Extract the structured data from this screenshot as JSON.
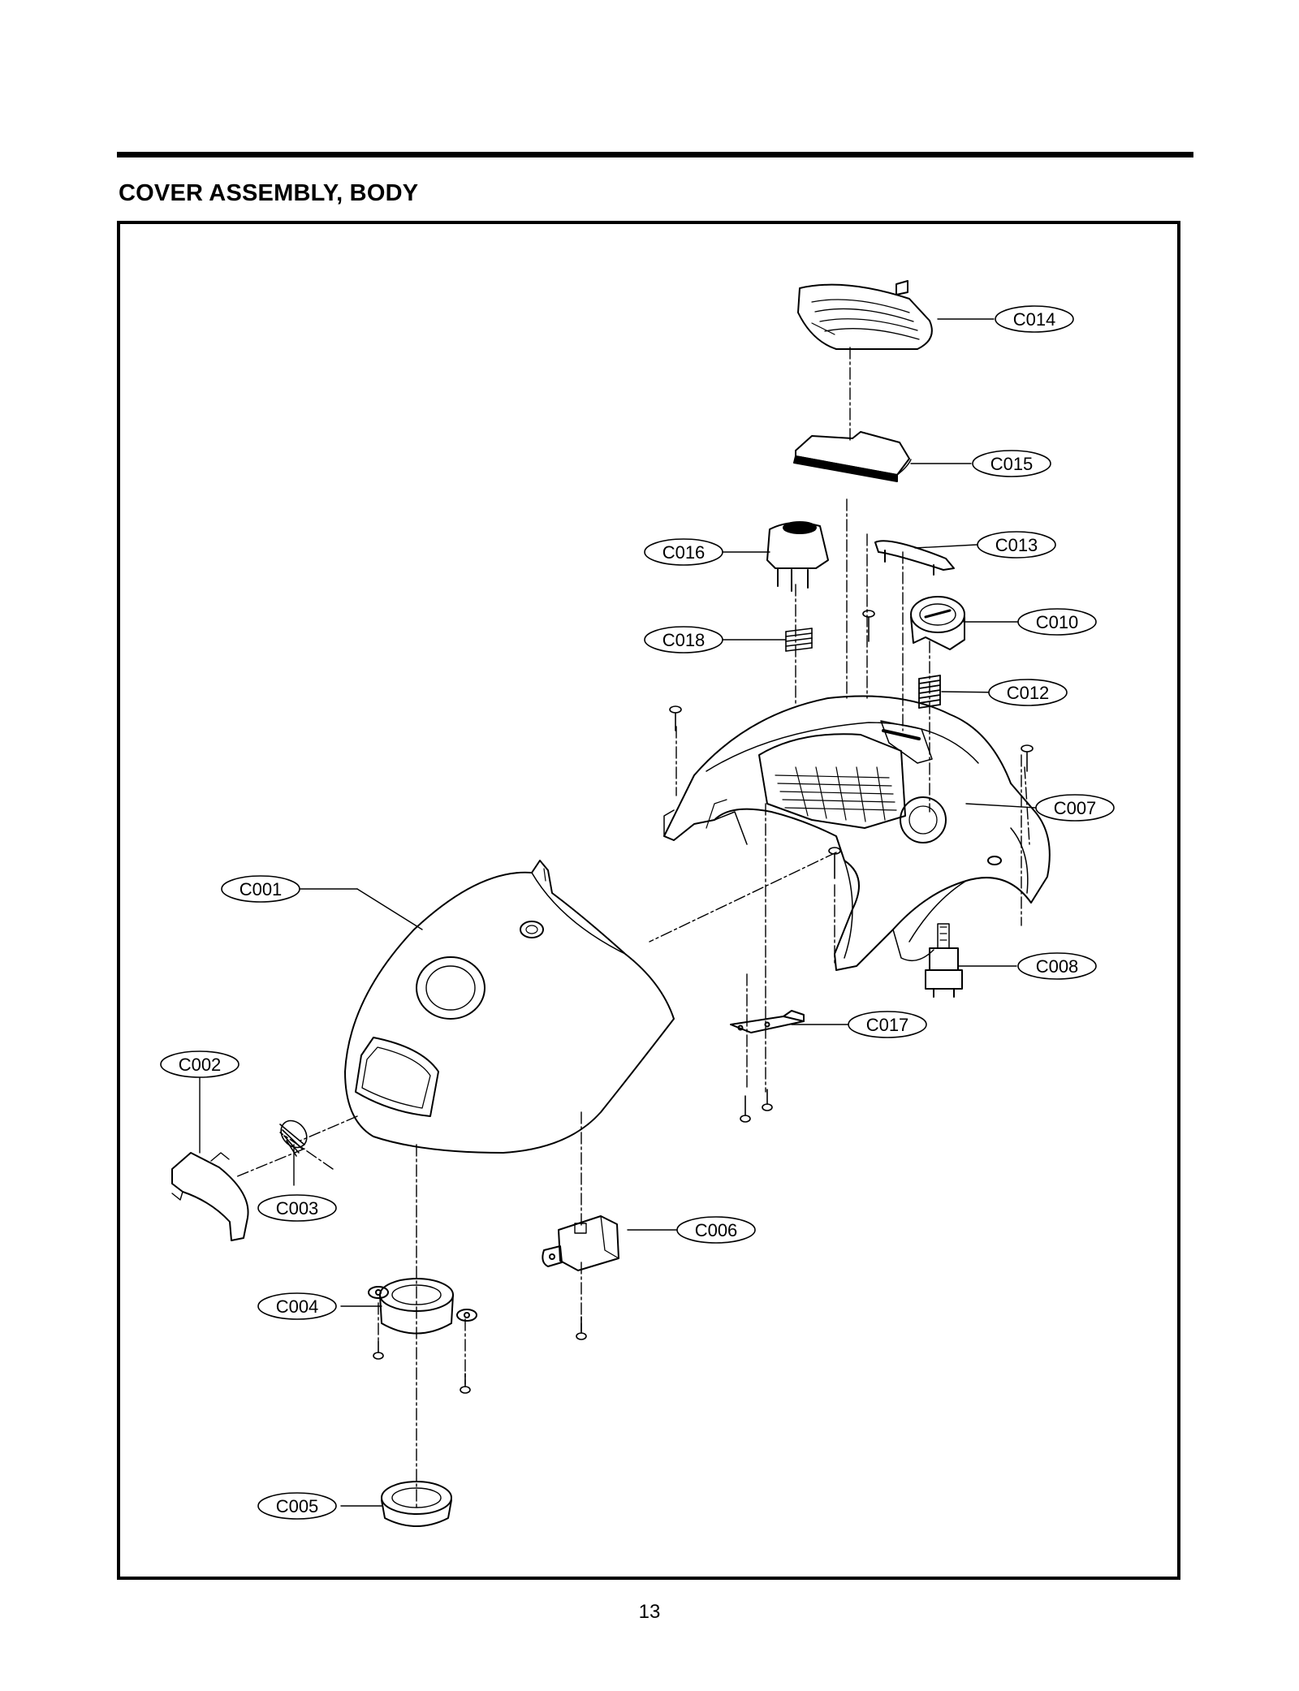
{
  "page": {
    "title": "COVER ASSEMBLY, BODY",
    "page_number": "13"
  },
  "callouts": [
    {
      "id": "C014",
      "label": "C014"
    },
    {
      "id": "C015",
      "label": "C015"
    },
    {
      "id": "C016",
      "label": "C016"
    },
    {
      "id": "C013",
      "label": "C013"
    },
    {
      "id": "C010",
      "label": "C010"
    },
    {
      "id": "C018",
      "label": "C018"
    },
    {
      "id": "C012",
      "label": "C012"
    },
    {
      "id": "C007",
      "label": "C007"
    },
    {
      "id": "C001",
      "label": "C001"
    },
    {
      "id": "C008",
      "label": "C008"
    },
    {
      "id": "C017",
      "label": "C017"
    },
    {
      "id": "C002",
      "label": "C002"
    },
    {
      "id": "C003",
      "label": "C003"
    },
    {
      "id": "C006",
      "label": "C006"
    },
    {
      "id": "C004",
      "label": "C004"
    },
    {
      "id": "C005",
      "label": "C005"
    }
  ]
}
